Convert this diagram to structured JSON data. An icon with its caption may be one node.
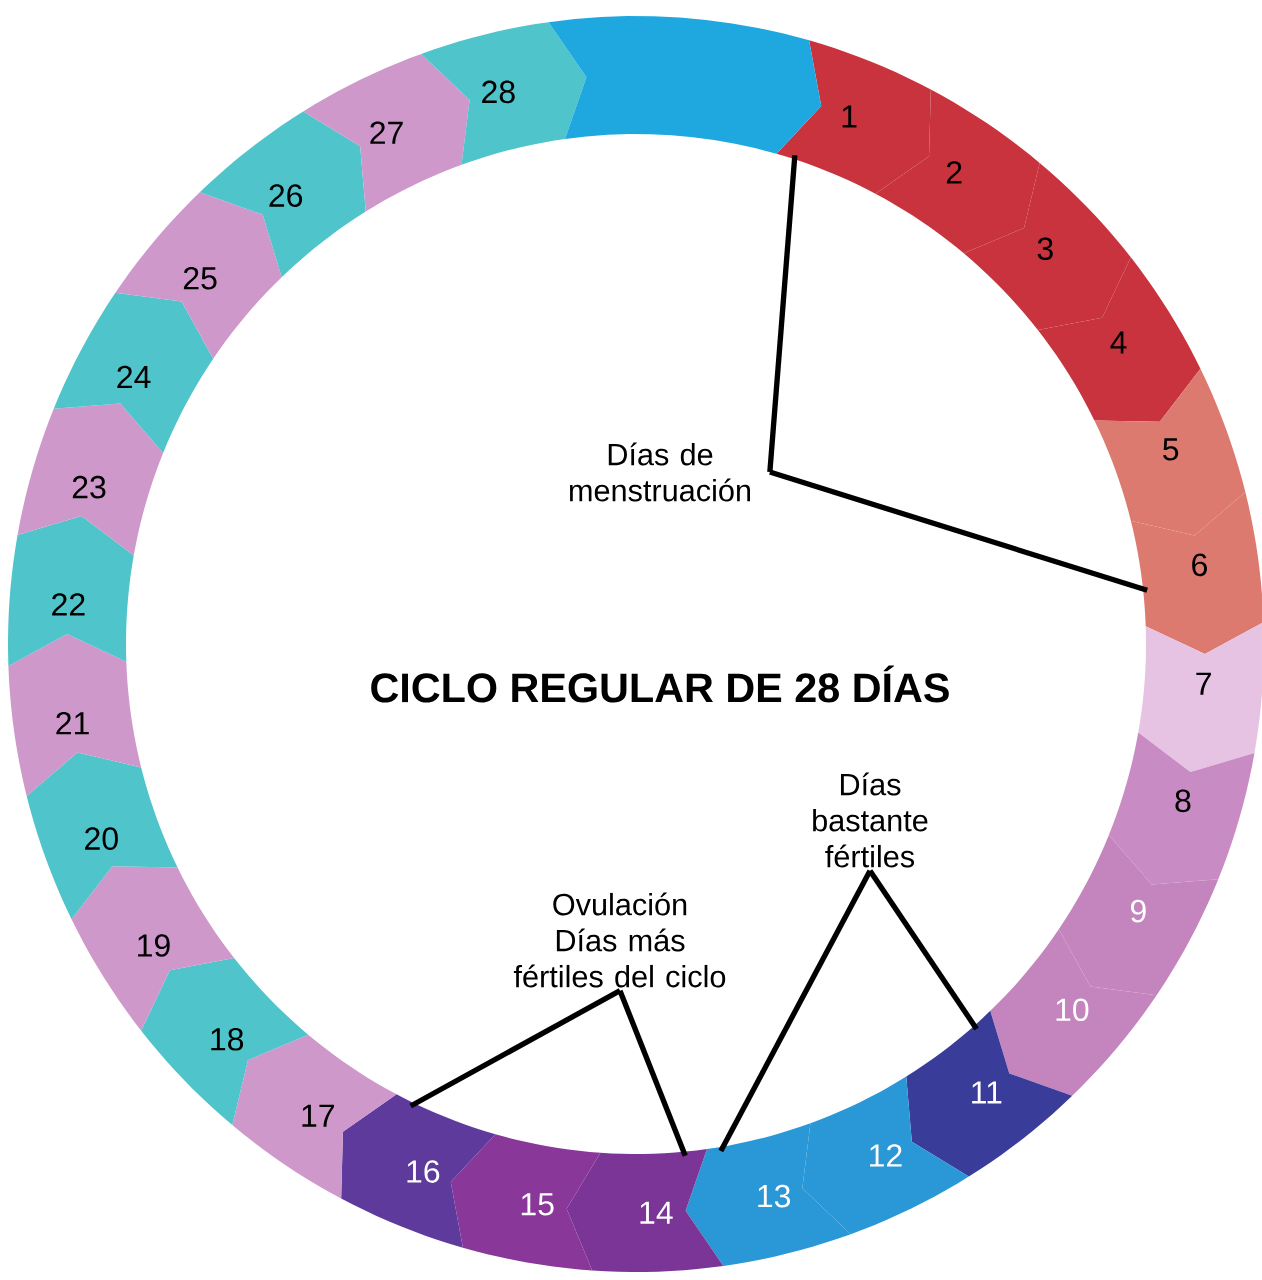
{
  "diagram": {
    "title": "CICLO REGULAR DE 28 DÍAS",
    "nodes": [
      {
        "text": [
          "1"
        ]
      },
      {
        "text": [
          "2"
        ]
      },
      {
        "text": [
          "3"
        ]
      },
      {
        "text": [
          "4"
        ]
      },
      {
        "text": [
          "5"
        ]
      },
      {
        "text": [
          "6"
        ]
      },
      {
        "text": [
          "7"
        ]
      },
      {
        "text": [
          "8"
        ]
      },
      {
        "text": [
          "9"
        ]
      },
      {
        "text": [
          "10"
        ]
      },
      {
        "text": [
          "11"
        ]
      },
      {
        "text": [
          "12"
        ]
      },
      {
        "text": [
          "13"
        ]
      },
      {
        "text": [
          "14"
        ]
      },
      {
        "text": [
          "15"
        ]
      },
      {
        "text": [
          "16"
        ]
      },
      {
        "text": [
          "17"
        ]
      },
      {
        "text": [
          "18"
        ]
      },
      {
        "text": [
          "19"
        ]
      },
      {
        "text": [
          "20"
        ]
      },
      {
        "text": [
          "21"
        ]
      },
      {
        "text": [
          "22"
        ]
      },
      {
        "text": [
          "23"
        ]
      },
      {
        "text": [
          "24"
        ]
      },
      {
        "text": [
          "25"
        ]
      },
      {
        "text": [
          "26"
        ]
      },
      {
        "text": [
          "27"
        ]
      },
      {
        "text": [
          "28"
        ]
      },
      {
        "text": [],
        "shape": "bar"
      },
      {
        "text": [
          "Días de menstruación"
        ]
      },
      {
        "text": [
          "Ovulación",
          "Días más fértiles del ciclo"
        ]
      },
      {
        "text": [
          "Días bastante fértiles"
        ]
      }
    ],
    "edges": [
      {
        "from": 29,
        "to": 0,
        "arrow": "none"
      },
      {
        "from": 29,
        "to": 5,
        "arrow": "none"
      },
      {
        "from": 30,
        "to": 15,
        "arrow": "none"
      },
      {
        "from": 30,
        "to": 13,
        "arrow": "none"
      },
      {
        "from": 31,
        "to": 12,
        "arrow": "none"
      },
      {
        "from": 31,
        "to": 10,
        "arrow": "none"
      }
    ]
  }
}
